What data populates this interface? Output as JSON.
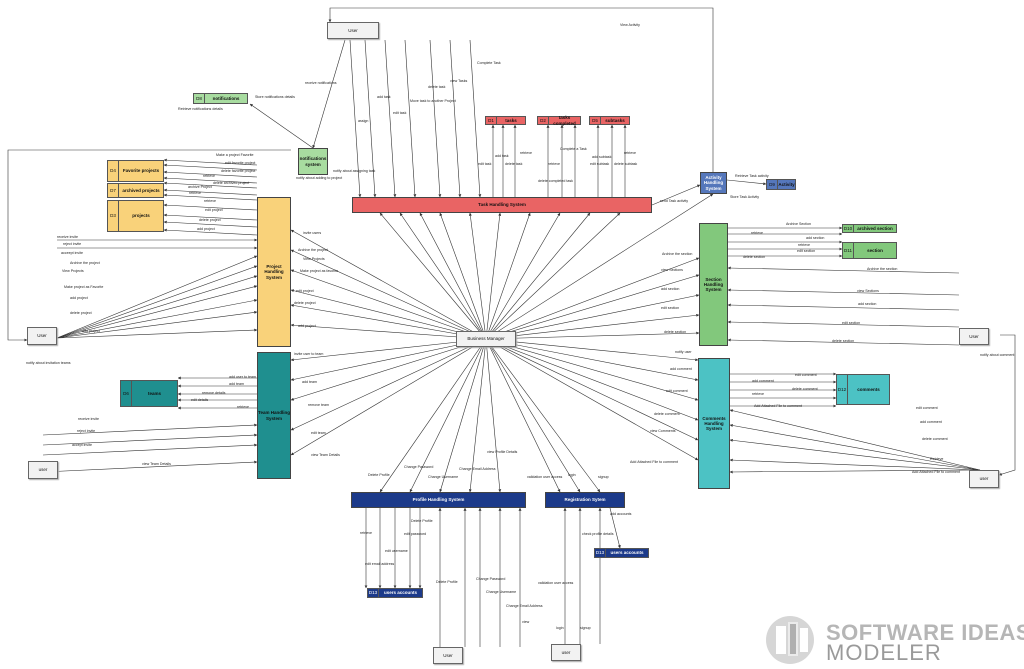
{
  "processes": {
    "business_manager": "Business Manager",
    "task_handling": "Task Handling System",
    "project_handling": "Project Handling System",
    "team_handling": "Team Handling System",
    "notifications_system": "notifications system",
    "activity_handling": "Activity Handling System",
    "section_handling": "Section Handling System",
    "comments_handling": "Comments Handling System",
    "profile_handling": "Profile Handling System",
    "registration": "Registration Sytem"
  },
  "entities": {
    "user_top": "User",
    "user_left": "User",
    "user_team": "user",
    "user_right_mid": "User",
    "user_right_bottom": "user",
    "user_profile": "User",
    "user_registration": "user"
  },
  "stores": {
    "notifications": {
      "num": "D8",
      "label": "notifications"
    },
    "favorite_projects": {
      "num": "D4",
      "label": "Favorite projects"
    },
    "archived_projects": {
      "num": "D7",
      "label": "archived projects"
    },
    "projects": {
      "num": "D3",
      "label": "projects"
    },
    "tasks": {
      "num": "D1",
      "label": "tasks"
    },
    "tasks_completed": {
      "num": "D2",
      "label": "tasks completed"
    },
    "subtasks": {
      "num": "D5",
      "label": "subtasks"
    },
    "activity": {
      "num": "D9",
      "label": "Activity"
    },
    "archived_section": {
      "num": "D10",
      "label": "archived section"
    },
    "section": {
      "num": "D11",
      "label": "section"
    },
    "teams": {
      "num": "D6",
      "label": "teams"
    },
    "comments": {
      "num": "D12",
      "label": "comments"
    },
    "user_accounts_profile": {
      "num": "D13",
      "label": "users accounts"
    },
    "user_accounts_reg": {
      "num": "D13",
      "label": "users accounts"
    }
  },
  "flow_labels": {
    "view_activity": "View Activity",
    "receive_notifications": "receive notifications",
    "store_notification_details": "Store notifications details",
    "retrieve_notification_details": "Retrieve notifications details",
    "notify_about_adding": "notify about adding to project",
    "notify_about_assigning": "notify about assigning task",
    "assign": "assign",
    "add_task": "add task",
    "edit_task": "edit task",
    "move_task": "Move task to another Project",
    "delete_task": "delete task",
    "view_tasks": "view Tasks",
    "complete_task": "Complete Task",
    "add_task2": "add task",
    "edit_task2": "edit task",
    "delete_task2": "delete task",
    "retrieve1": "retrieve",
    "complete_a_task": "Complete a Task",
    "retrieve2": "retrieve",
    "delete_completed_task": "delete completed task",
    "add_subtask": "add subtask",
    "edit_subtask": "edit subtask",
    "delete_subtask": "delete subtask",
    "retrieve3": "retrieve",
    "retrieve_task_activity": "Retrieve Task activity",
    "store_task_activity": "Store Task Activity",
    "send_task_activity": "send Task activity",
    "make_favorite": "Make a project Favorite",
    "edit_favorite": "edit favorite project",
    "delete_favorite": "delete favorite project",
    "retrieve_fav": "retrieve",
    "delete_archived": "delete archived project",
    "archive_project": "archive Project",
    "retrieve_arch": "retrieve",
    "retrieve_proj": "retrieve",
    "edit_project": "edit project",
    "delete_project": "delete project",
    "add_project": "add project",
    "receive_invite": "receive invite",
    "reject_invite": "reject invite",
    "accept_invite": "acceept invite",
    "archive_the_project": "Archive the project",
    "view_projects": "View Projects",
    "view_projects2": "View Projects",
    "archive_project2": "Archive the project",
    "make_favorite2": "Make project as Favorite",
    "delete_project2": "delete project",
    "edit_project2": "edit project",
    "make_favorite3": "Make project as favorite",
    "edit_project3": "edit project",
    "delete_project3": "delete project",
    "add_project2": "add project",
    "add_project3": "add project",
    "invite_users": "invite users",
    "notify_about_invite": "notify about invitation teams",
    "invite_user_team": "invite user to team",
    "add_user_team": "add user to team",
    "add_team": "add team",
    "remove_details": "remove details",
    "edit_details": "edit details",
    "retrieve_team": "retrieve",
    "add_team2": "add team",
    "remove_team": "remove team",
    "edit_team": "edit team",
    "view_team_details": "view Team Details",
    "view_team_details2": "view Team Details",
    "receive_invite2": "receive invite",
    "reject_invite2": "reject invite",
    "accept_invite2": "accept invite",
    "archive_section": "Archive Section",
    "retrieve_sec": "retrieve",
    "add_section": "add section",
    "retrieve_sec2": "retrieve",
    "edit_section": "edit section",
    "delete_section": "delete section",
    "archive_section2": "Archive the section",
    "view_sections": "view Sections",
    "add_section2": "add section",
    "edit_section2": "edit section",
    "delete_section2": "delete section",
    "archive_section3": "Archive the section",
    "view_sections2": "view Sections",
    "add_section3": "add section",
    "edit_section3": "edit section",
    "delete_section3": "delete section",
    "notify_user": "notify user",
    "notify_about_comment": "notify about comment",
    "edit_comment": "edit comment",
    "add_comment": "add comment",
    "delete_comment": "delete comment",
    "retrieve_comm": "retrieve",
    "add_attached": "Add Attached File to comment",
    "add_comment2": "add comment",
    "edit_comment2": "edit comment",
    "delete_comment2": "delete comment",
    "view_comments": "view Comments",
    "add_attached2": "Add Attached File to comment",
    "edit_comment3": "edit comment",
    "add_comment3": "add comment",
    "delete_comment3": "delete comment",
    "retrieve_comm2": "Retrieve",
    "add_attached3": "Add Attached File to comment",
    "delete_profile": "Delete Profile",
    "change_password": "Change Password",
    "change_username": "Change Username",
    "change_email": "Change Email Address",
    "view_profile": "view Profile Details",
    "validation_user_access": "validation user access",
    "login": "login",
    "signup": "signup",
    "retrieve_prof": "retrieve",
    "edit_username": "edit username",
    "edit_password": "edit password",
    "edit_email": "edit email address",
    "delete_profile2": "Delete Profile",
    "delete_profile3": "Delete Profile",
    "change_password2": "Change Password",
    "change_username2": "Change Username",
    "change_email2": "Change Email Address",
    "view_prof": "view",
    "validation_user_access2": "validation user access",
    "login2": "login",
    "signup2": "signup",
    "check_profile": "check profile details",
    "add_accounts": "add accounts"
  },
  "logo": {
    "line1": "SOFTWARE IDEAS",
    "line2": "MODELER"
  },
  "colors": {
    "task": "#e96464",
    "project": "#f9d27a",
    "team": "#1f8f8f",
    "notifications": "#a8dca0",
    "activity": "#5577bb",
    "section": "#82c87c",
    "comments": "#4cc2c4",
    "profile": "#1c3a8a"
  }
}
